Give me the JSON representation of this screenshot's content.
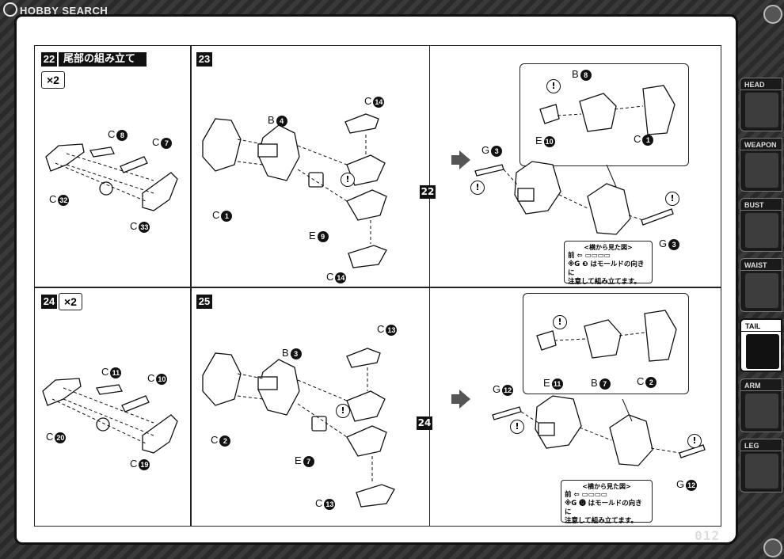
{
  "watermark": "HOBBY SEARCH",
  "page_number": "012",
  "step22": {
    "num": "22",
    "title": "尾部の組み立て",
    "qty": "×2",
    "parts": [
      {
        "letter": "C",
        "num": "8"
      },
      {
        "letter": "C",
        "num": "7"
      },
      {
        "letter": "C",
        "num": "32"
      },
      {
        "letter": "C",
        "num": "33"
      }
    ]
  },
  "step23": {
    "num": "23",
    "parts": [
      {
        "letter": "B",
        "num": "4"
      },
      {
        "letter": "C",
        "num": "14"
      },
      {
        "letter": "C",
        "num": "1"
      },
      {
        "letter": "E",
        "num": "9"
      },
      {
        "letter": "C",
        "num": "14"
      }
    ],
    "ref": "22",
    "right_parts": [
      {
        "letter": "B",
        "num": "8"
      },
      {
        "letter": "E",
        "num": "10"
      },
      {
        "letter": "C",
        "num": "1"
      },
      {
        "letter": "G",
        "num": "3"
      },
      {
        "letter": "G",
        "num": "3"
      }
    ],
    "note": {
      "title": "<横から見た図>",
      "front": "前",
      "line1": "※G ❸ はモールドの向きに",
      "line2": "注意して組み立てます。"
    }
  },
  "step24": {
    "num": "24",
    "qty": "×2",
    "parts": [
      {
        "letter": "C",
        "num": "11"
      },
      {
        "letter": "C",
        "num": "10"
      },
      {
        "letter": "C",
        "num": "20"
      },
      {
        "letter": "C",
        "num": "19"
      }
    ]
  },
  "step25": {
    "num": "25",
    "parts": [
      {
        "letter": "B",
        "num": "3"
      },
      {
        "letter": "C",
        "num": "13"
      },
      {
        "letter": "C",
        "num": "2"
      },
      {
        "letter": "E",
        "num": "7"
      },
      {
        "letter": "C",
        "num": "13"
      }
    ],
    "ref": "24",
    "right_parts": [
      {
        "letter": "B",
        "num": "7"
      },
      {
        "letter": "E",
        "num": "11"
      },
      {
        "letter": "C",
        "num": "2"
      },
      {
        "letter": "G",
        "num": "12"
      },
      {
        "letter": "G",
        "num": "12"
      }
    ],
    "note": {
      "title": "<横から見た図>",
      "front": "前",
      "line1": "※G ⓬ はモールドの向きに",
      "line2": "注意して組み立てます。"
    }
  },
  "sidebar": {
    "tabs": [
      {
        "label": "HEAD"
      },
      {
        "label": "WEAPON"
      },
      {
        "label": "BUST"
      },
      {
        "label": "WAIST"
      },
      {
        "label": "TAIL"
      },
      {
        "label": "ARM"
      },
      {
        "label": "LEG"
      }
    ],
    "active": "TAIL"
  },
  "warning_symbol": "!"
}
